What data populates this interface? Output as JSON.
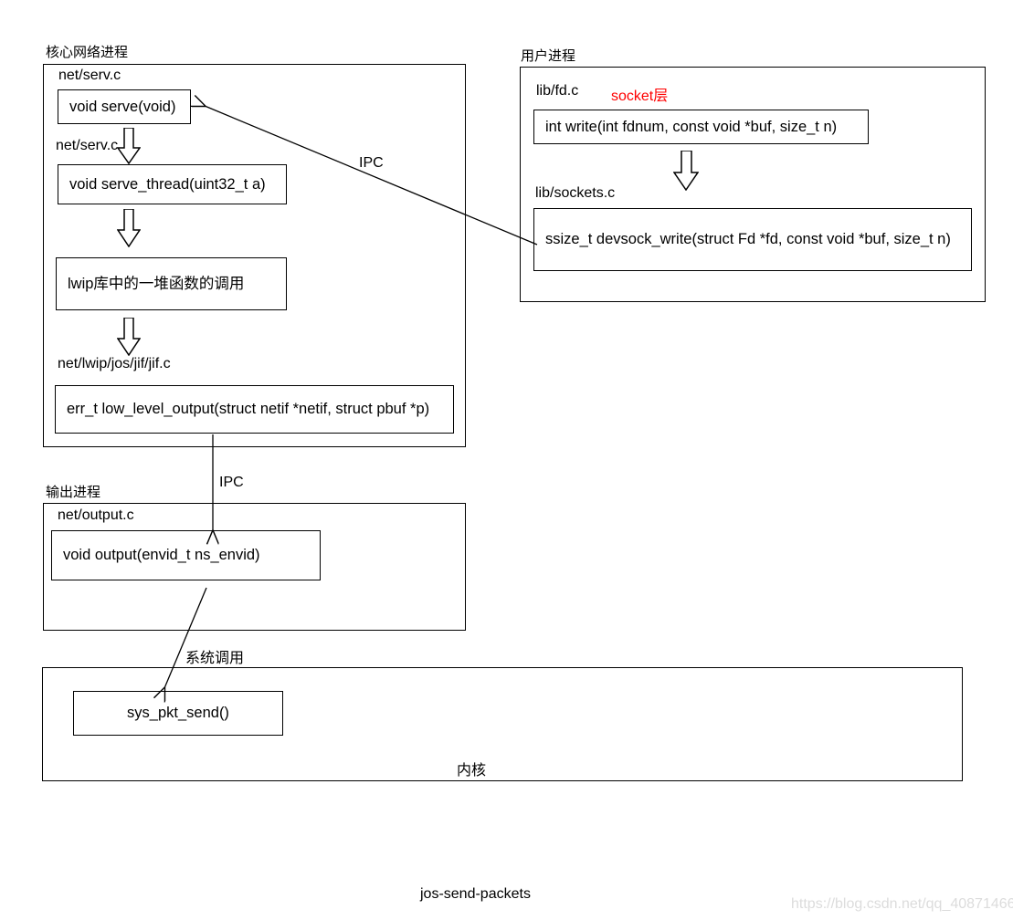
{
  "diagram": {
    "caption": "jos-send-packets",
    "watermark": "https://blog.csdn.net/qq_40871466",
    "colors": {
      "stroke": "#000000",
      "accent_red": "#ff0000",
      "watermark": "#dcdcdc",
      "background": "#ffffff"
    }
  },
  "groups": {
    "core_net": {
      "label": "核心网络进程"
    },
    "user_proc": {
      "label": "用户进程"
    },
    "output_proc": {
      "label": "输出进程"
    },
    "kernel": {
      "label": "内核"
    }
  },
  "core_net": {
    "file1": "net/serv.c",
    "box1": "void serve(void)",
    "file2": "net/serv.c",
    "box2": "void serve_thread(uint32_t a)",
    "box3": "lwip库中的一堆函数的调用",
    "file3": "net/lwip/jos/jif/jif.c",
    "box4": "err_t low_level_output(struct netif *netif, struct pbuf *p)"
  },
  "user_proc": {
    "file1": "lib/fd.c",
    "layer_label": "socket层",
    "box1": "int write(int fdnum, const void *buf, size_t n)",
    "file2": "lib/sockets.c",
    "box2": "ssize_t devsock_write(struct Fd *fd, const void *buf, size_t n)"
  },
  "output_proc": {
    "file1": "net/output.c",
    "box1": "void output(envid_t ns_envid)"
  },
  "kernel": {
    "box1": "sys_pkt_send()"
  },
  "edges": {
    "ipc_user_to_core": "IPC",
    "ipc_core_to_output": "IPC",
    "syscall": "系统调用"
  }
}
